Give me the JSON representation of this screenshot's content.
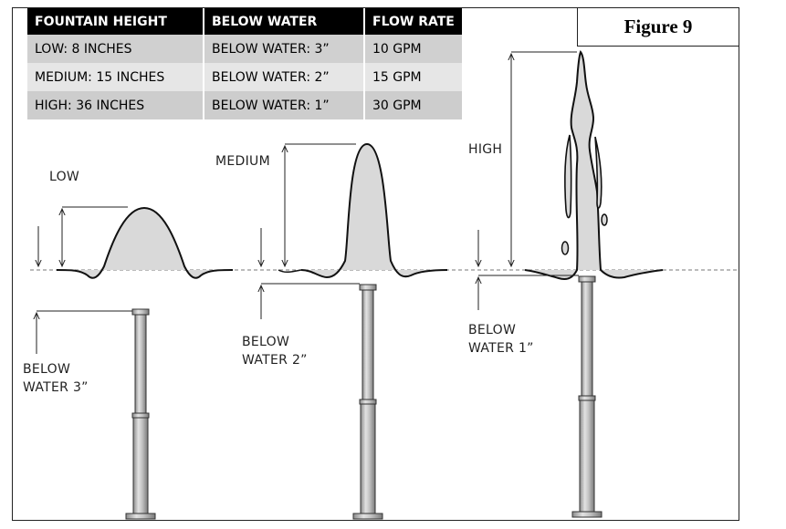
{
  "figure": {
    "title": "Figure 9"
  },
  "table": {
    "headers": [
      "FOUNTAIN HEIGHT",
      "BELOW WATER",
      "FLOW RATE"
    ],
    "rows": [
      [
        "LOW: 8 INCHES",
        "BELOW WATER: 3”",
        "10 GPM"
      ],
      [
        "MEDIUM: 15 INCHES",
        "BELOW WATER: 2”",
        "15 GPM"
      ],
      [
        "HIGH: 36 INCHES",
        "BELOW WATER: 1”",
        "30 GPM"
      ]
    ]
  },
  "diagram": {
    "low": {
      "height_label": "LOW",
      "depth_line1": "BELOW",
      "depth_line2": "WATER 3”"
    },
    "medium": {
      "height_label": "MEDIUM",
      "depth_line1": "BELOW",
      "depth_line2": "WATER 2”"
    },
    "high": {
      "height_label": "HIGH",
      "depth_line1": "BELOW",
      "depth_line2": "WATER 1”"
    }
  }
}
